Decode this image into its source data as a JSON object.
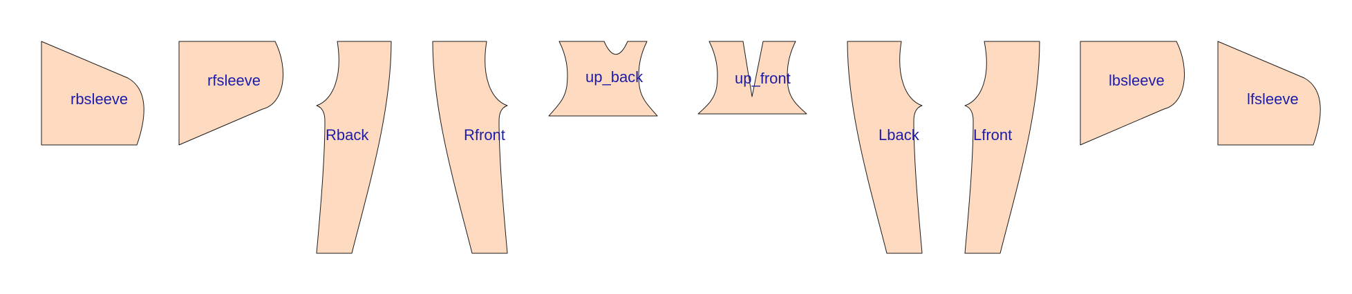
{
  "pattern": {
    "fill_color": "#fedac0",
    "label_color": "#1c1ca8",
    "pieces": [
      {
        "id": "rbsleeve",
        "label": "rbsleeve"
      },
      {
        "id": "rfsleeve",
        "label": "rfsleeve"
      },
      {
        "id": "rback",
        "label": "Rback"
      },
      {
        "id": "rfront",
        "label": "Rfront"
      },
      {
        "id": "up_back",
        "label": "up_back"
      },
      {
        "id": "up_front",
        "label": "up_front"
      },
      {
        "id": "lback",
        "label": "Lback"
      },
      {
        "id": "lfront",
        "label": "Lfront"
      },
      {
        "id": "lbsleeve",
        "label": "lbsleeve"
      },
      {
        "id": "lfsleeve",
        "label": "lfsleeve"
      }
    ]
  }
}
